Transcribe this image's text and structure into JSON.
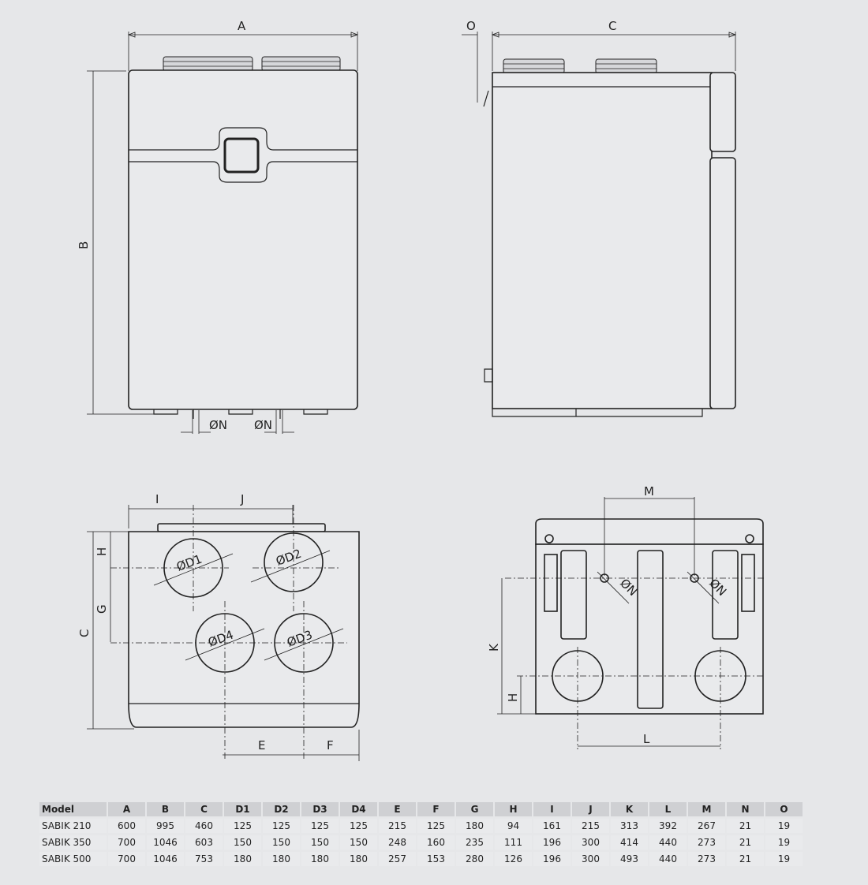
{
  "labels": {
    "front": {
      "A": "A",
      "B": "B",
      "N1": "ØN",
      "N2": "ØN"
    },
    "side": {
      "O": "O",
      "C": "C"
    },
    "top": {
      "I": "I",
      "J": "J",
      "H": "H",
      "G": "G",
      "C": "C",
      "E": "E",
      "F": "F",
      "D1": "ØD1",
      "D2": "ØD2",
      "D3": "ØD3",
      "D4": "ØD4"
    },
    "bottom": {
      "M": "M",
      "K": "K",
      "H": "H",
      "L": "L",
      "N1": "ØN",
      "N2": "ØN"
    }
  },
  "table": {
    "headers": [
      "Model",
      "A",
      "B",
      "C",
      "D1",
      "D2",
      "D3",
      "D4",
      "E",
      "F",
      "G",
      "H",
      "I",
      "J",
      "K",
      "L",
      "M",
      "N",
      "O"
    ],
    "rows": [
      [
        "SABIK 210",
        "600",
        "995",
        "460",
        "125",
        "125",
        "125",
        "125",
        "215",
        "125",
        "180",
        "94",
        "161",
        "215",
        "313",
        "392",
        "267",
        "21",
        "19"
      ],
      [
        "SABIK 350",
        "700",
        "1046",
        "603",
        "150",
        "150",
        "150",
        "150",
        "248",
        "160",
        "235",
        "111",
        "196",
        "300",
        "414",
        "440",
        "273",
        "21",
        "19"
      ],
      [
        "SABIK 500",
        "700",
        "1046",
        "753",
        "180",
        "180",
        "180",
        "180",
        "257",
        "153",
        "280",
        "126",
        "196",
        "300",
        "493",
        "440",
        "273",
        "21",
        "19"
      ]
    ]
  }
}
